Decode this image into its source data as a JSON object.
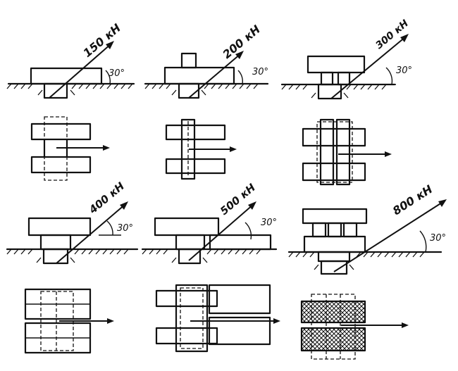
{
  "forces": [
    {
      "id": "1",
      "label": "150 кН",
      "angle_label": "30°"
    },
    {
      "id": "2",
      "label": "200 кН",
      "angle_label": "30°"
    },
    {
      "id": "3",
      "label": "300 кН",
      "angle_label": "30°"
    },
    {
      "id": "4",
      "label": "400 кН",
      "angle_label": "30°"
    },
    {
      "id": "5",
      "label": "500 кН",
      "angle_label": "30°"
    },
    {
      "id": "6",
      "label": "800 кН",
      "angle_label": "30°"
    }
  ],
  "colors": {
    "ink": "#111111",
    "background": "#ffffff"
  }
}
